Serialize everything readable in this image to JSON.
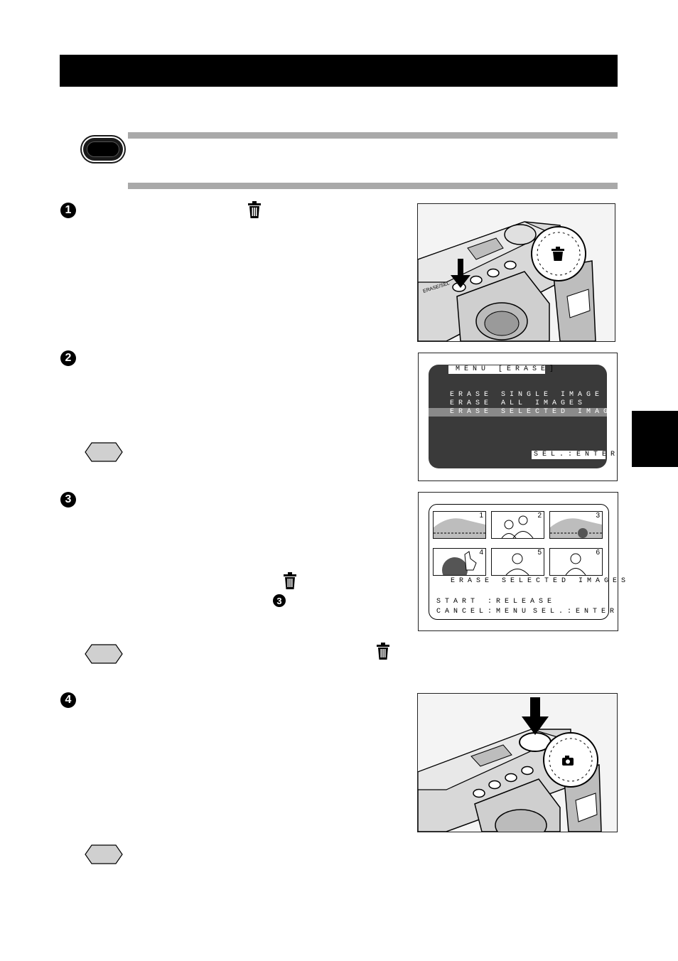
{
  "steps": [
    {
      "number": "1"
    },
    {
      "number": "2"
    },
    {
      "number": "3"
    },
    {
      "number": "4"
    }
  ],
  "erase_menu": {
    "title": "MENU [ERASE]",
    "items": [
      "ERASE SINGLE IMAGE",
      "ERASE ALL IMAGES",
      "ERASE SELECTED IMAGES"
    ],
    "selected_index": 2,
    "footer": "SEL.:ENTER"
  },
  "select_screen": {
    "thumbnails": [
      "1",
      "2",
      "3",
      "4",
      "5",
      "6"
    ],
    "title": "ERASE SELECTED IMAGES",
    "start_line": "START :RELEASE",
    "cancel_line": "CANCEL:MENU",
    "sel_line": "SEL.:ENTER"
  },
  "inline_ref": "3",
  "icons": {
    "trash": "trash-icon",
    "note": "note-hexagon-icon",
    "camera_mode": "camera-icon"
  },
  "colors": {
    "header_bar": "#000000",
    "rule": "#a9a9a9",
    "screen_bg": "#3a3a3a",
    "highlight": "#8a8a8a"
  }
}
